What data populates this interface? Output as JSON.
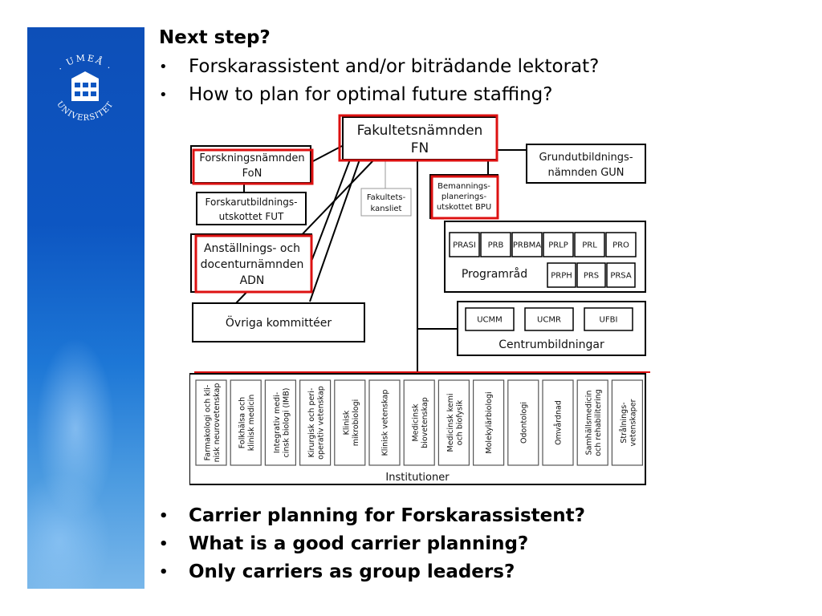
{
  "header": {
    "title": "Next step?"
  },
  "top_bullets": [
    "Forskarassistent and/or biträdande lektorat?",
    "How to plan for optimal future staffing?"
  ],
  "bottom_bullets": [
    "Carrier planning for Forskarassistent?",
    "What is a good carrier planning?",
    "Only carriers as group leaders?"
  ],
  "logo": {
    "text": "UMEÅ UNIVERSITET"
  },
  "colors": {
    "highlight": "#dd1111",
    "sidebar": "#0d56c2"
  },
  "org": {
    "fn": {
      "line1": "Fakultetsnämnden",
      "line2": "FN"
    },
    "fon": {
      "line1": "Forskningsnämnden",
      "line2": "FoN"
    },
    "fut": {
      "line1": "Forskarutbildnings-",
      "line2": "utskottet FUT"
    },
    "adn": {
      "line1": "Anställnings- och",
      "line2": "docenturnämnden",
      "line3": "ADN"
    },
    "ovriga": {
      "label": "Övriga kommittéer"
    },
    "kansliet": {
      "line1": "Fakultets-",
      "line2": "kansliet"
    },
    "bpu": {
      "line1": "Bemannings-",
      "line2": "planerings-",
      "line3": "utskottet BPU"
    },
    "gun": {
      "line1": "Grundutbildnings-",
      "line2": "nämnden GUN"
    },
    "programrad": {
      "label": "Programråd",
      "row1": [
        "PRASI",
        "PRB",
        "PRBMA",
        "PRLP",
        "PRL",
        "PRO"
      ],
      "row2": [
        "PRPH",
        "PRS",
        "PRSA"
      ]
    },
    "centrum": {
      "label": "Centrumbildningar",
      "items": [
        "UCMM",
        "UCMR",
        "UFBI"
      ]
    },
    "institutioner": {
      "label": "Institutioner",
      "items": [
        [
          "Farmakologi och kli-",
          "nisk neurovetenskap"
        ],
        [
          "Folkhälsa och",
          "klinisk medicin"
        ],
        [
          "Integrativ medi-",
          "cinsk biologi (IMB)"
        ],
        [
          "Kirurgisk och peri-",
          "operativ vetenskap"
        ],
        [
          "Klinisk",
          "mikrobiologi"
        ],
        [
          "Klinisk vetenskap"
        ],
        [
          "Medicinsk",
          "biovetenskap"
        ],
        [
          "Medicinsk kemi",
          "och biofysik"
        ],
        [
          "Molekylärbiologi"
        ],
        [
          "Odontologi"
        ],
        [
          "Omvårdnad"
        ],
        [
          "Samhällsmedicin",
          "och rehabilitering"
        ],
        [
          "Strålnings-",
          "vetenskaper"
        ]
      ]
    }
  }
}
